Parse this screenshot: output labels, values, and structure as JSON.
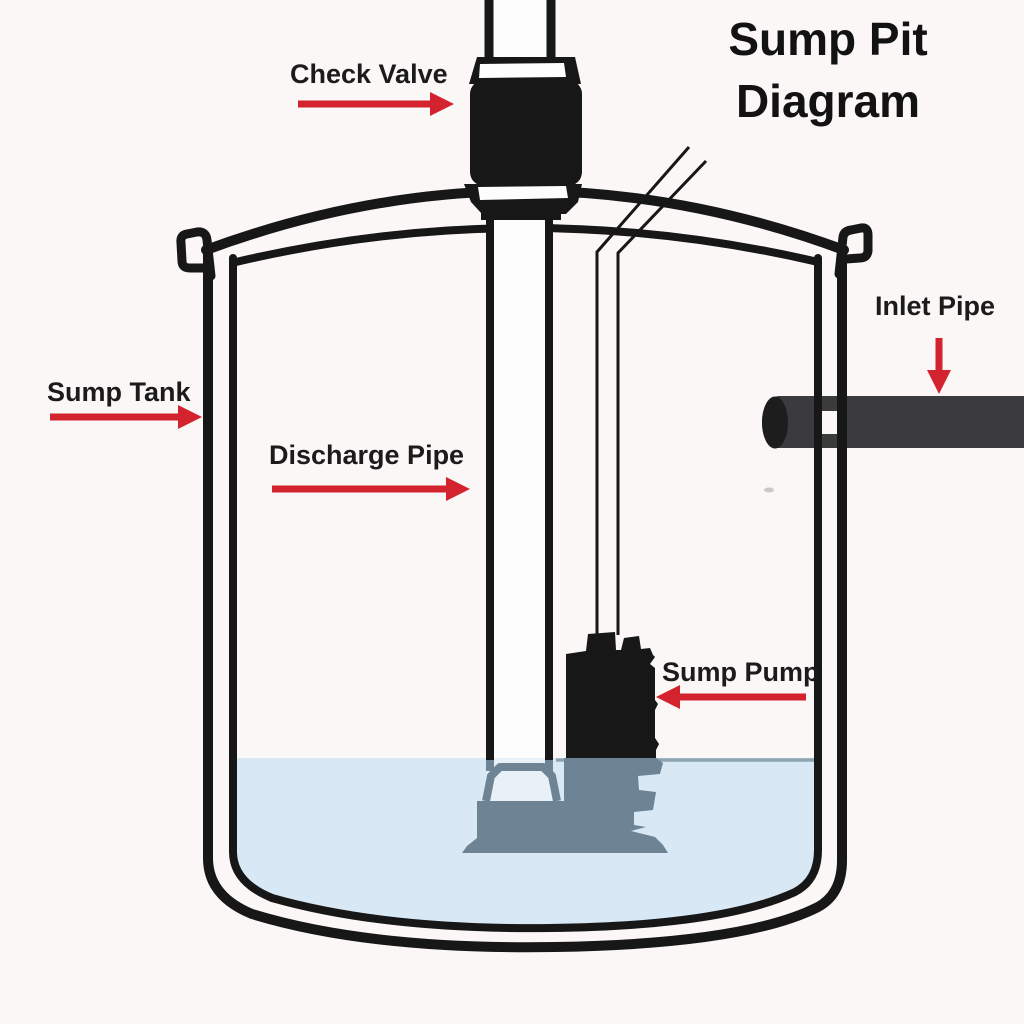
{
  "title": {
    "line1": "Sump Pit",
    "line2": "Diagram"
  },
  "labels": {
    "check_valve": "Check Valve",
    "sump_tank": "Sump Tank",
    "discharge_pipe": "Discharge Pipe",
    "inlet_pipe": "Inlet Pipe",
    "sump_pump": "Sump Pump"
  },
  "colors": {
    "background": "#faf7f6",
    "outline": "#171717",
    "text": "#1b1b1b",
    "arrow_red": "#d2232e",
    "water": "#d8e8f4",
    "water_edge": "#8ea4b3",
    "submerged_gray": "#6e8394",
    "pipe_interior_underwater": "#e8f1f8",
    "pipe_white": "#fdfdfd",
    "inlet_pipe_gray": "#3b3a3c",
    "inlet_pipe_cap": "#1d1d1d"
  }
}
